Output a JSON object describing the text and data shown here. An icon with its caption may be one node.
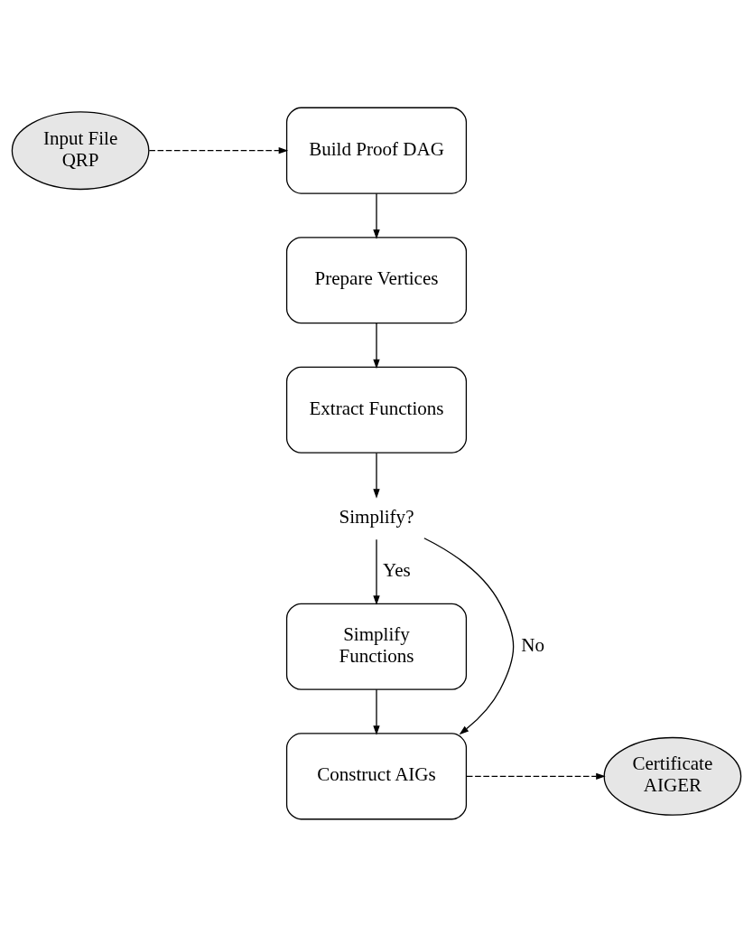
{
  "diagram": {
    "nodes": [
      {
        "text": [
          "Input File QRP"
        ]
      },
      {
        "text": [
          "Build Proof DAG"
        ]
      },
      {
        "text": [
          "Prepare Vertices"
        ]
      },
      {
        "text": [
          "Extract Functions"
        ]
      },
      {
        "text": [
          "Simplify?"
        ]
      },
      {
        "text": [
          "Simplify Functions"
        ]
      },
      {
        "text": [
          "Construct AIGs"
        ]
      },
      {
        "text": [
          "Certificate AIGER"
        ]
      }
    ],
    "edges": [
      {
        "from": 0,
        "to": 1,
        "arrow": "to",
        "style": "dashed"
      },
      {
        "from": 1,
        "to": 2,
        "arrow": "to"
      },
      {
        "from": 2,
        "to": 3,
        "arrow": "to"
      },
      {
        "from": 3,
        "to": 4,
        "arrow": "to"
      },
      {
        "from": 4,
        "to": 5,
        "arrow": "to",
        "label": "Yes"
      },
      {
        "from": 5,
        "to": 6,
        "arrow": "to"
      },
      {
        "from": 4,
        "to": 6,
        "arrow": "to",
        "label": "No"
      },
      {
        "from": 6,
        "to": 7,
        "arrow": "to",
        "style": "dashed"
      }
    ]
  }
}
